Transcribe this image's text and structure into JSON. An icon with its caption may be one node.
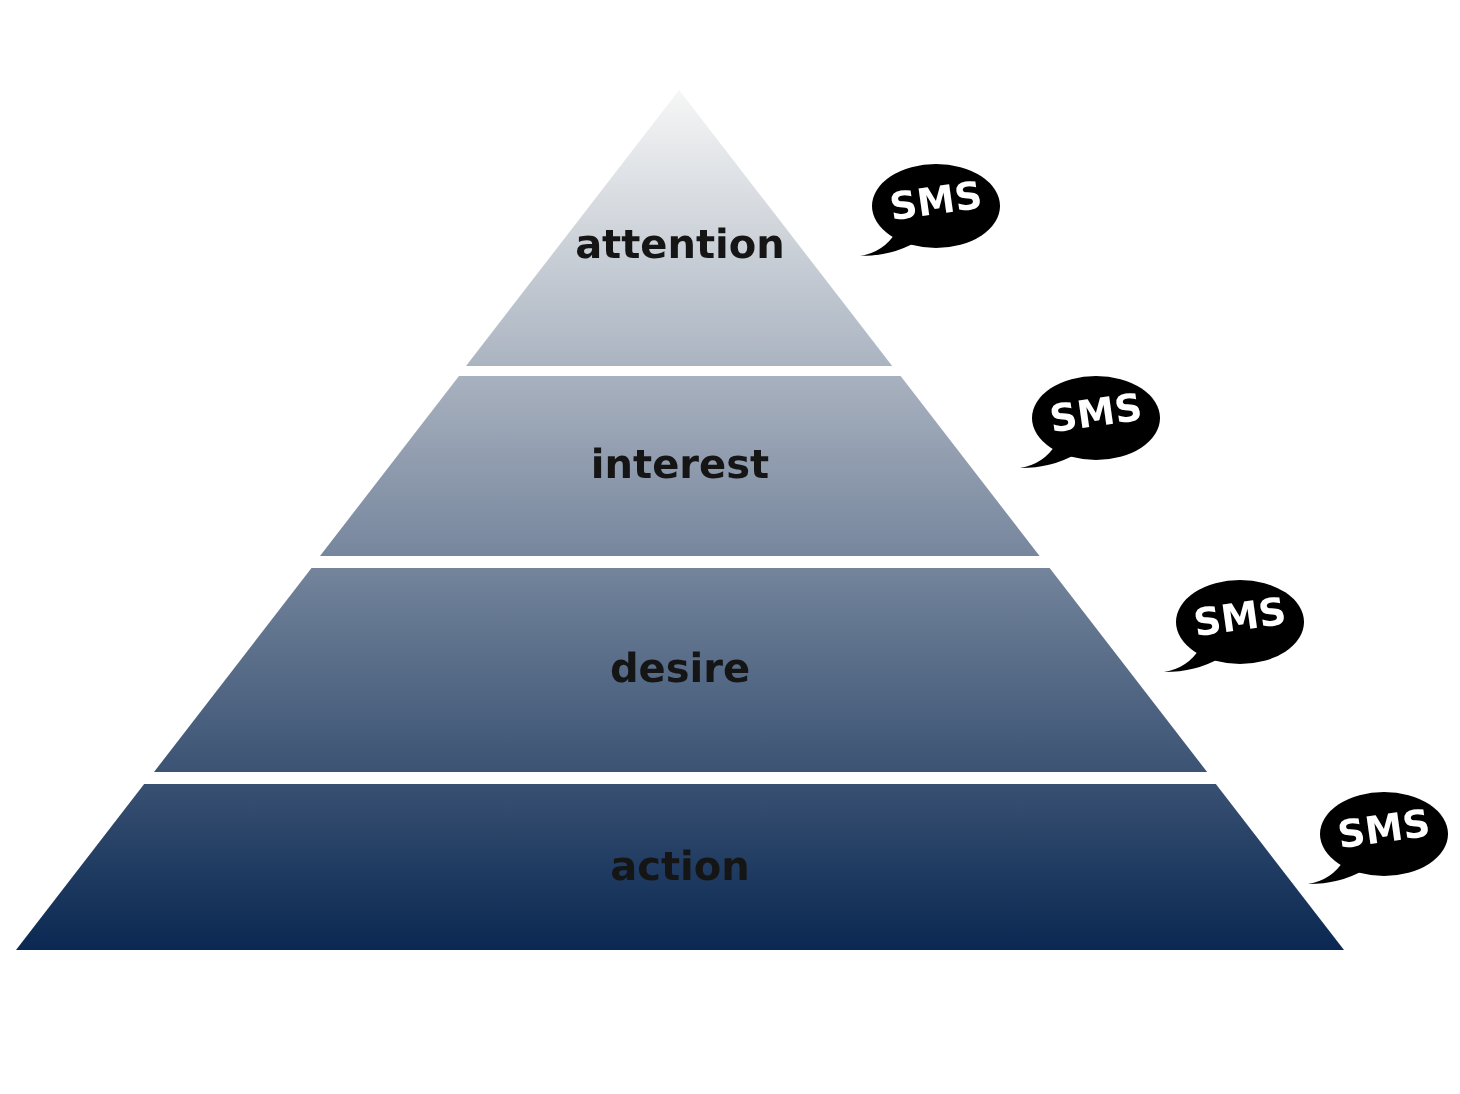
{
  "diagram": {
    "nodes": [
      {
        "text": [
          "attention"
        ]
      },
      {
        "text": [
          "SMS"
        ]
      },
      {
        "text": [
          "interest"
        ]
      },
      {
        "text": [
          "SMS"
        ]
      },
      {
        "text": [
          "desire"
        ]
      },
      {
        "text": [
          "SMS"
        ]
      },
      {
        "text": [
          "action"
        ]
      },
      {
        "text": [
          "SMS"
        ]
      }
    ]
  }
}
